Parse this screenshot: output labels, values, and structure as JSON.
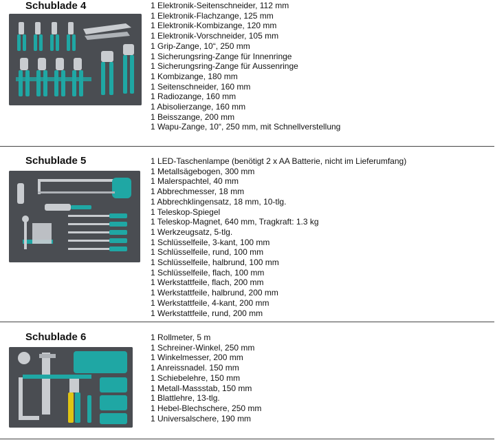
{
  "sections": [
    {
      "title": "Schublade 4",
      "items": [
        "1 Elektronik-Seitenschneider, 112 mm",
        "1 Elektronik-Flachzange, 125 mm",
        "1 Elektronik-Kombizange, 120 mm",
        "1 Elektronik-Vorschneider, 105 mm",
        "1 Grip-Zange, 10“, 250 mm",
        "1 Sicherungsring-Zange für Innenringe",
        "1 Sicherungsring-Zange für Aussenringe",
        "1 Kombizange, 180 mm",
        "1 Seitenschneider, 160 mm",
        "1 Radiozange, 160 mm",
        "1 Abisolierzange, 160 mm",
        "1 Beisszange, 200 mm",
        "1 Wapu-Zange, 10“, 250 mm, mit Schnellverstellung"
      ]
    },
    {
      "title": "Schublade 5",
      "items": [
        "1 LED-Taschenlampe (benötigt 2 x AA Batterie, nicht im Lieferumfang)",
        "1 Metallsägebogen, 300 mm",
        "1 Malerspachtel, 40 mm",
        "1 Abbrechmesser, 18 mm",
        "1 Abbrechklingensatz, 18 mm, 10-tlg.",
        "1 Teleskop-Spiegel",
        "1 Teleskop-Magnet, 640 mm, Tragkraft: 1.3 kg",
        "1 Werkzeugsatz, 5-tlg.",
        "1 Schlüsselfeile, 3-kant, 100 mm",
        "1 Schlüsselfeile, rund, 100 mm",
        "1 Schlüsselfeile, halbrund, 100 mm",
        "1 Schlüsselfeile, flach, 100 mm",
        "1 Werkstattfeile, flach, 200 mm",
        "1 Werkstattfeile, halbrund, 200 mm",
        "1 Werkstattfeile, 4-kant, 200 mm",
        "1 Werkstattfeile, rund, 200 mm"
      ]
    },
    {
      "title": "Schublade 6",
      "items": [
        "1 Rollmeter, 5 m",
        "1 Schreiner-Winkel, 250 mm",
        "1 Winkelmesser, 200 mm",
        "1 Anreissnadel. 150 mm",
        "1 Schiebelehre, 150 mm",
        "1 Metall-Massstab, 150 mm",
        "1 Blattlehre, 13-tlg.",
        "1 Hebel-Blechschere, 250 mm",
        "1 Universalschere, 190 mm"
      ]
    }
  ],
  "colors": {
    "tray": "#4a4d52",
    "accent_teal": "#1fa7a4",
    "metal": "#c9ccd0",
    "divider": "#444444"
  },
  "icons": [
    "drawer-4-tool-tray-image",
    "drawer-5-tool-tray-image",
    "drawer-6-tool-tray-image"
  ]
}
